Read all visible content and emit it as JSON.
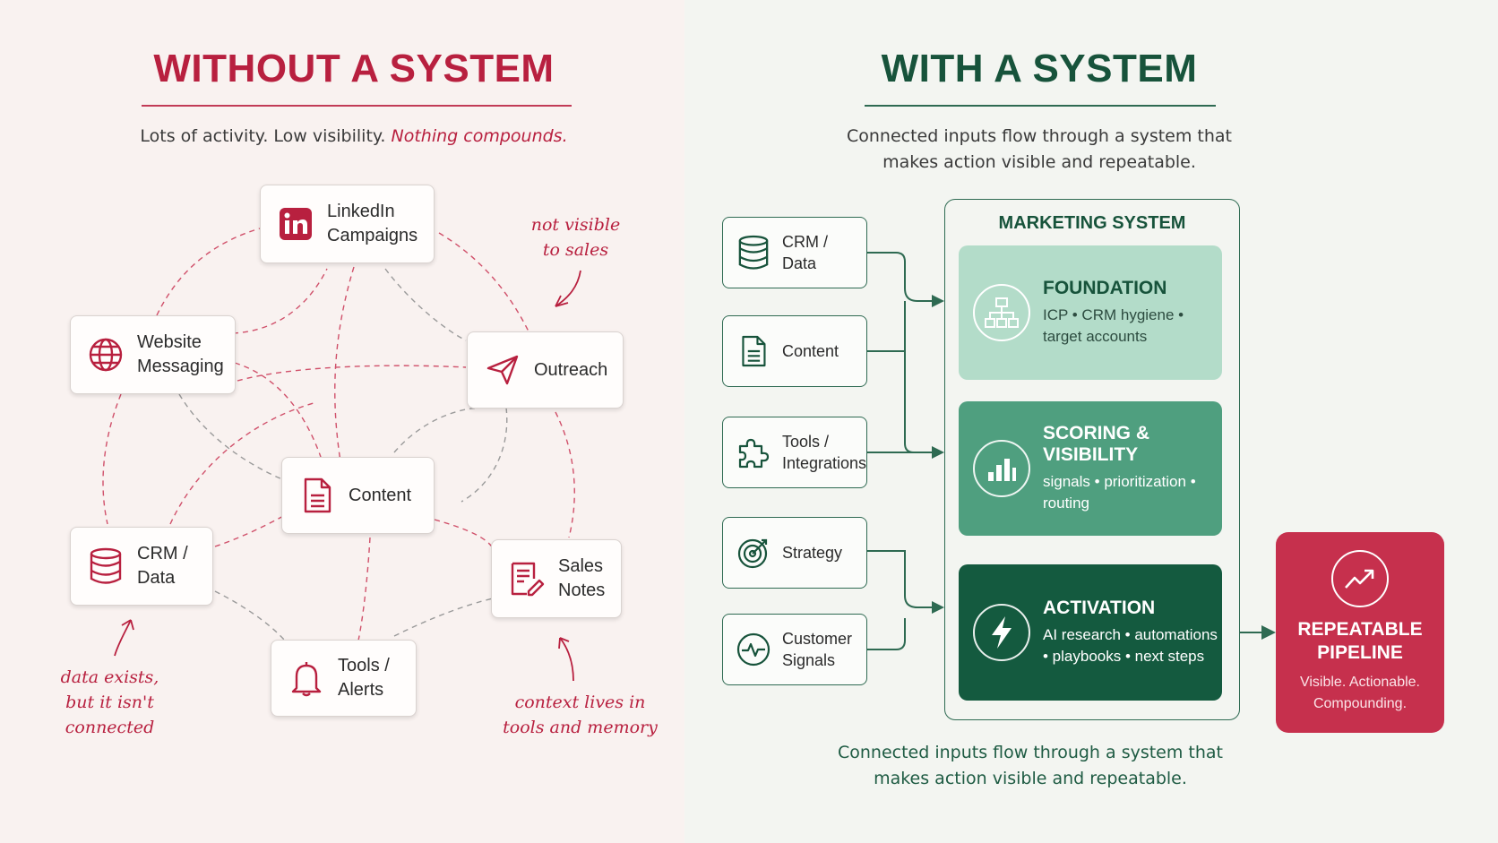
{
  "left": {
    "title": "WITHOUT A SYSTEM",
    "subtitle_plain": "Lots of activity. Low visibility. ",
    "subtitle_accent": "Nothing compounds.",
    "cards": {
      "linkedin": "LinkedIn Campaigns",
      "website": "Website Messaging",
      "outreach": "Outreach",
      "content": "Content",
      "crm": "CRM / Data",
      "sales_notes": "Sales Notes",
      "tools": "Tools / Alerts"
    },
    "notes": {
      "not_visible": "not visible to sales",
      "data_exists": "data exists, but it isn't connected",
      "context_lives": "context lives in tools and memory"
    }
  },
  "right": {
    "title": "WITH A SYSTEM",
    "subtitle_top": "Connected inputs flow through a system that makes action visible and repeatable.",
    "subtitle_bottom": "Connected inputs flow through a system that makes action visible and repeatable.",
    "inputs": [
      "CRM / Data",
      "Content",
      "Tools / Integrations",
      "Strategy",
      "Customer Signals"
    ],
    "system_title": "MARKETING SYSTEM",
    "stages": [
      {
        "title": "FOUNDATION",
        "desc": "ICP • CRM hygiene • target accounts"
      },
      {
        "title": "SCORING & VISIBILITY",
        "desc": "signals • prioritization • routing"
      },
      {
        "title": "ACTIVATION",
        "desc": "AI research • automations • playbooks • next steps"
      }
    ],
    "output": {
      "title": "REPEATABLE PIPELINE",
      "desc": "Visible. Actionable. Compounding."
    }
  },
  "colors": {
    "red": "#b8203f",
    "green": "#17533b",
    "mint": "#b3dcc9",
    "mid_green": "#4f9f7f",
    "dark_green": "#145a3f",
    "pipeline_red": "#c6304d"
  },
  "icons": {
    "linkedin": "linkedin-icon",
    "website": "globe-icon",
    "outreach": "paper-plane-icon",
    "content": "document-icon",
    "crm": "database-icon",
    "sales_notes": "notes-pen-icon",
    "tools": "bell-icon",
    "integrations": "puzzle-icon",
    "strategy": "target-icon",
    "signals": "pulse-icon",
    "foundation": "hierarchy-icon",
    "scoring": "bar-chart-icon",
    "activation": "lightning-icon",
    "pipeline": "trend-up-icon"
  }
}
